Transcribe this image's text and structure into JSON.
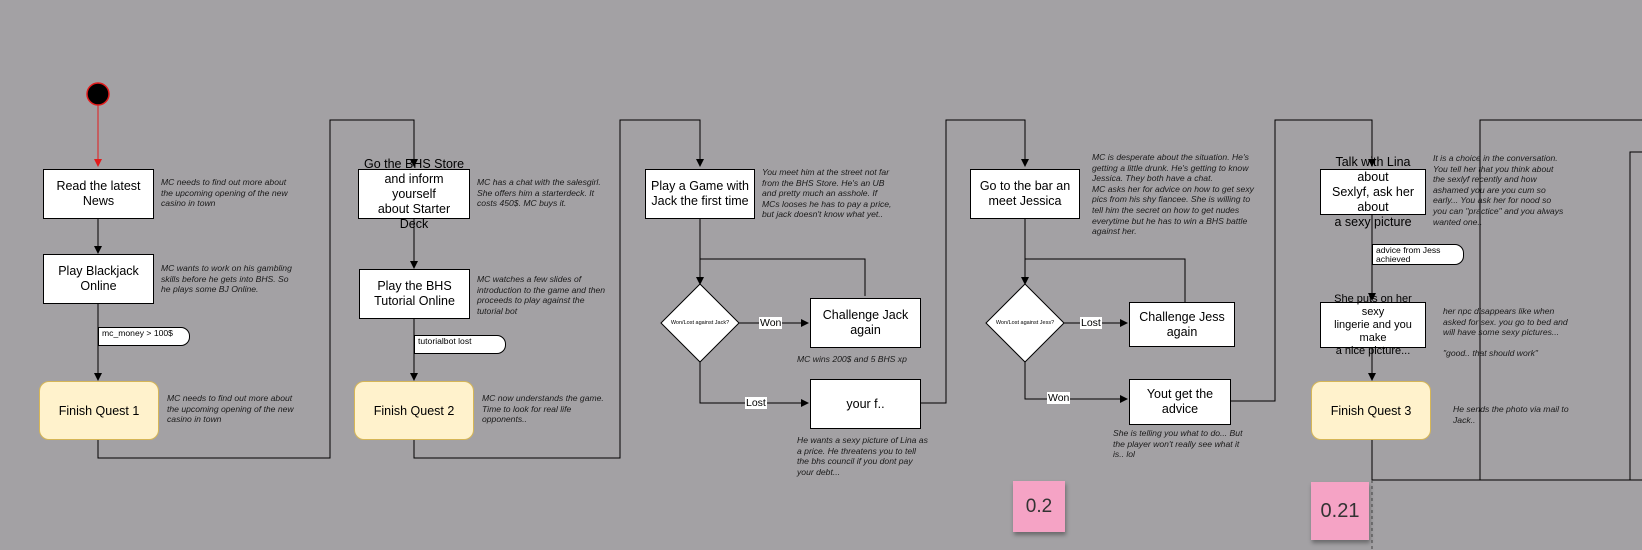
{
  "colors": {
    "background": "#a3a1a4",
    "start_fill": "#000000",
    "start_arrow": "#e31b1b",
    "quest_fill": "#fff2cc",
    "quest_border": "#d6b656",
    "sticky_fill": "#f5a3c5"
  },
  "quest1": {
    "read_news": "Read the latest\nNews",
    "read_news_note": "MC needs to find out more about\nthe upcoming opening of the new\ncasino in town",
    "play_bj": "Play Blackjack\nOnline",
    "play_bj_note": "MC wants to work on his gambling\nskills before he gets into BHS. So\nhe plays some BJ Online.",
    "condition": "mc_money > 100$",
    "finish": "Finish Quest 1",
    "finish_note": "MC needs to find out more about\nthe upcoming opening of the new\ncasino in town"
  },
  "quest2": {
    "store": "Go the BHS Store\nand inform yourself\nabout Starter Deck",
    "store_note": "MC has a chat with the salesgirl.\nShe offers him a starterdeck. It\ncosts 450$. MC buys it.",
    "tutorial": "Play the BHS\nTutorial Online",
    "tutorial_note": "MC watches a few slides of\nintroduction to the game and then\nproceeds to play against the\ntutorial bot",
    "condition": "tutorialbot lost",
    "finish": "Finish Quest 2",
    "finish_note": "MC now understands the game.\nTime to look for real life\nopponents.."
  },
  "jack": {
    "game": "Play a Game with\nJack the first time",
    "game_note": "You meet him at the street not far\nfrom the BHS Store. He's an UB\nand pretty much an asshole. If\nMCs looses he has to pay a price,\nbut jack doesn't know what yet..",
    "decision": "Won/Lost against Jack?",
    "won_label": "Won",
    "lost_label": "Lost",
    "challenge": "Challenge Jack\nagain",
    "challenge_note": "MC wins 200$ and 5 BHS xp",
    "lost_box": "your f..",
    "lost_note": "He wants a sexy picture of Lina as\na price. He threatens you to tell\nthe bhs council if you dont pay\nyour debt..."
  },
  "jess": {
    "bar": "Go to the bar an\nmeet Jessica",
    "bar_note": "MC is desperate about the situation. He's\ngetting a little drunk. He's getting to know\nJessica. They both have a chat.\nMC asks her for advice on how to get sexy\npics from his shy fiancee. She is willing to\ntell him the secret on how to get nudes\neverytime but he has to win a BHS battle\nagainst her.",
    "decision": "Won/Lost against Jess?",
    "lost_label": "Lost",
    "won_label": "Won",
    "challenge": "Challenge Jess\nagain",
    "advice": "Yout get the\nadvice",
    "advice_note": "She is telling you what to do... But\nthe player won't really see what it\nis.. lol"
  },
  "quest3": {
    "talk": "Talk with Lina about\nSexlyf, ask her about\na sexy picture",
    "talk_note": "It is a choice in the conversation.\nYou tell her that you think about\nthe sexlyf recently and how\nashamed you are you cum so\nearly... You ask her for nood so\nyou can \"practice\" and you always\nwanted one..",
    "condition": "advice from Jess\nachieved",
    "lingerie": "She puts on her sexy\nlingerie and you make\na nice picture...",
    "lingerie_note": "her npc disappears like when\nasked for sex. you go to bed and\nwill have some sexy pictures...\n\n\"good.. that should work\"",
    "finish": "Finish Quest 3",
    "finish_note": "He sends the photo via mail to\nJack.."
  },
  "stickies": {
    "v1": "0.2",
    "v2": "0.21"
  }
}
